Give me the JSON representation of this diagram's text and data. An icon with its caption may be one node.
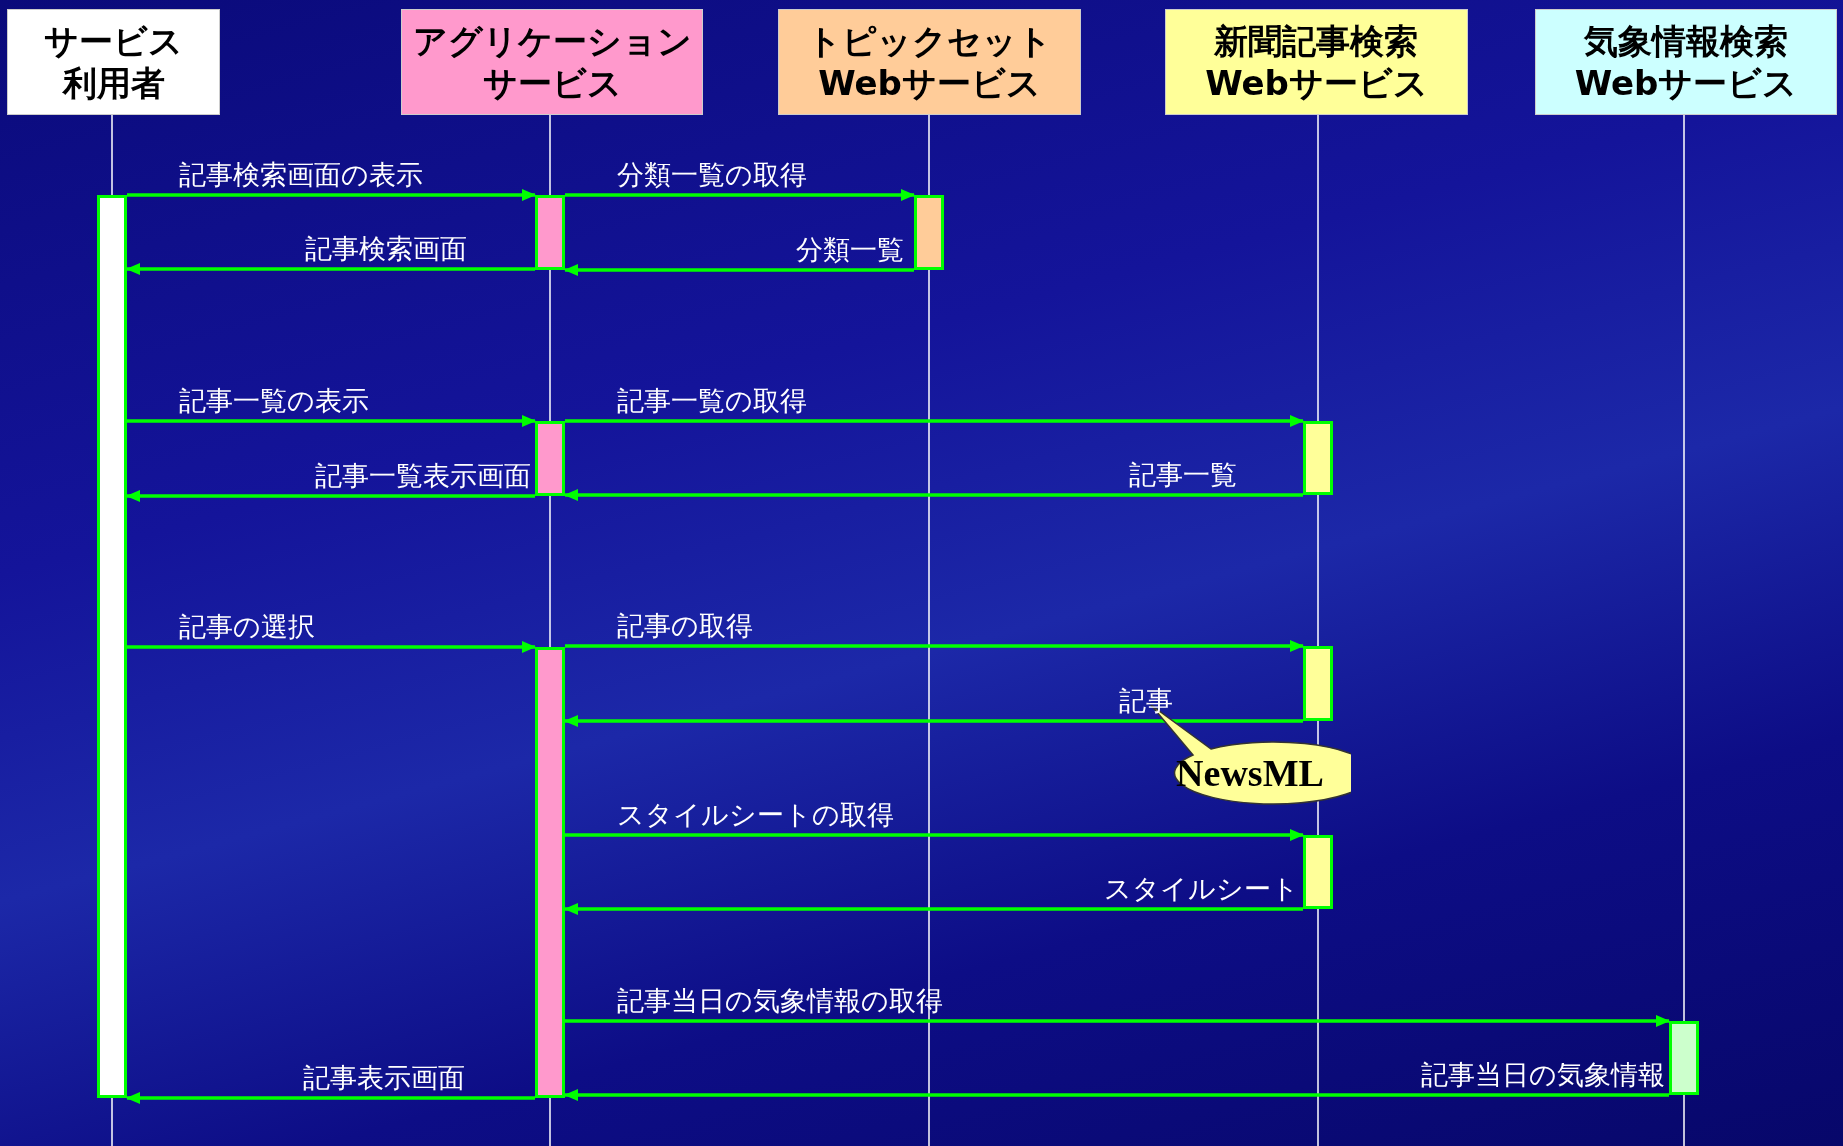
{
  "diagram": {
    "nodes": [
      {
        "text": [
          "サービス利用者"
        ]
      },
      {
        "text": [
          "アグリケーションサービス"
        ]
      },
      {
        "text": [
          "トピックセットWebサービス"
        ]
      },
      {
        "text": [
          "新聞記事検索Webサービス"
        ]
      },
      {
        "text": [
          "気象情報検索Webサービス"
        ]
      },
      {
        "text": [],
        "shape": "bar"
      },
      {
        "text": [],
        "shape": "bar"
      },
      {
        "text": [],
        "shape": "bar"
      },
      {
        "text": [],
        "shape": "bar"
      },
      {
        "text": [],
        "shape": "bar"
      },
      {
        "text": [],
        "shape": "bar"
      },
      {
        "text": [],
        "shape": "bar"
      },
      {
        "text": [],
        "shape": "bar"
      },
      {
        "text": [],
        "shape": "bar"
      },
      {
        "text": [
          "NewsML"
        ]
      }
    ],
    "edges": [
      {
        "from": 5,
        "to": 6,
        "arrow": "to",
        "label": "記事検索画面の表示"
      },
      {
        "from": 6,
        "to": 7,
        "arrow": "to",
        "label": "分類一覧の取得"
      },
      {
        "from": 7,
        "to": 6,
        "arrow": "to",
        "label": "分類一覧"
      },
      {
        "from": 6,
        "to": 5,
        "arrow": "to",
        "label": "記事検索画面"
      },
      {
        "from": 5,
        "to": 8,
        "arrow": "to",
        "label": "記事一覧の表示"
      },
      {
        "from": 8,
        "to": 9,
        "arrow": "to",
        "label": "記事一覧の取得"
      },
      {
        "from": 9,
        "to": 8,
        "arrow": "to",
        "label": "記事一覧"
      },
      {
        "from": 8,
        "to": 5,
        "arrow": "to",
        "label": "記事一覧表示画面"
      },
      {
        "from": 5,
        "to": 10,
        "arrow": "to",
        "label": "記事の選択"
      },
      {
        "from": 10,
        "to": 11,
        "arrow": "to",
        "label": "記事の取得"
      },
      {
        "from": 11,
        "to": 10,
        "arrow": "to",
        "label": "記事"
      },
      {
        "from": 10,
        "to": 12,
        "arrow": "to",
        "label": "スタイルシートの取得"
      },
      {
        "from": 12,
        "to": 10,
        "arrow": "to",
        "label": "スタイルシート"
      },
      {
        "from": 10,
        "to": 13,
        "arrow": "to",
        "label": "記事当日の気象情報の取得"
      },
      {
        "from": 13,
        "to": 10,
        "arrow": "to",
        "label": "記事当日の気象情報"
      },
      {
        "from": 10,
        "to": 5,
        "arrow": "to",
        "label": "記事表示画面"
      }
    ]
  }
}
